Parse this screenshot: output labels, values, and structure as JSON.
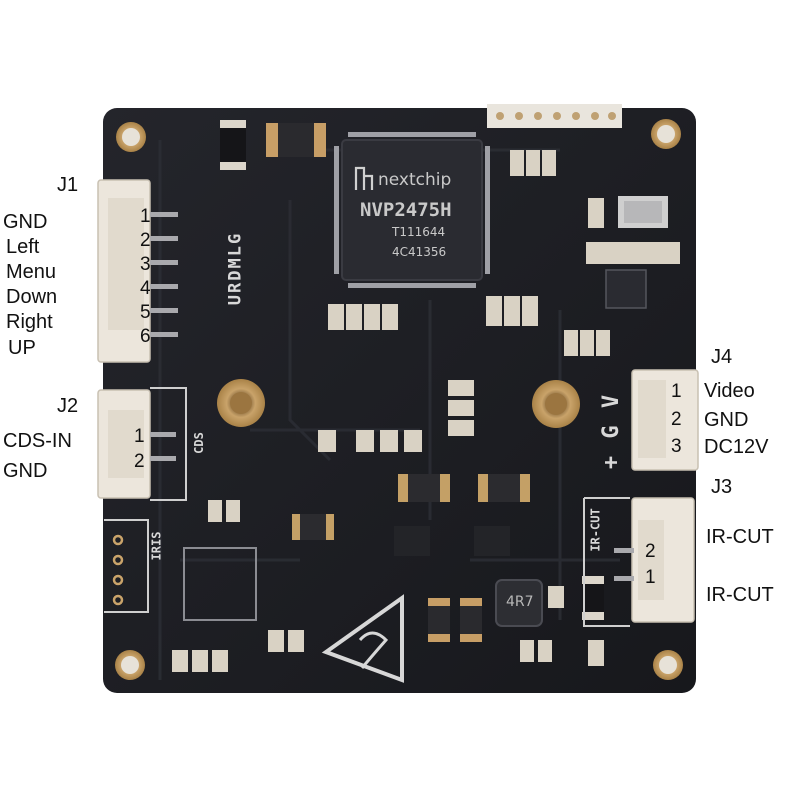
{
  "connectors": {
    "j1": {
      "name": "J1",
      "pins": [
        "1",
        "2",
        "3",
        "4",
        "5",
        "6"
      ],
      "signals": [
        "GND",
        "Left",
        "Menu",
        "Down",
        "Right",
        "UP"
      ]
    },
    "j2": {
      "name": "J2",
      "pins": [
        "1",
        "2"
      ],
      "signals": [
        "CDS-IN",
        "GND"
      ]
    },
    "j4": {
      "name": "J4",
      "pins": [
        "1",
        "2",
        "3"
      ],
      "signals": [
        "Video",
        "GND",
        "DC12V"
      ]
    },
    "j3": {
      "name": "J3",
      "pins": [
        "2",
        "1"
      ],
      "signals": [
        "IR-CUT",
        "IR-CUT"
      ]
    }
  },
  "board_silkscreen": {
    "urdmlg": "URDMLG",
    "cds": "CDS",
    "iris": "IRIS",
    "ircut": "IR-CUT",
    "pgv": "+ G V"
  },
  "main_chip": {
    "brand": "nextchip",
    "model": "NVP2475H",
    "line1": "T111644",
    "line2": "4C41356"
  },
  "inductor_label": "4R7",
  "colors": {
    "board": "#1b1c21",
    "connector": "#ece6dc",
    "pad": "#c9a36a",
    "silkscreen": "#d8d8d8"
  }
}
